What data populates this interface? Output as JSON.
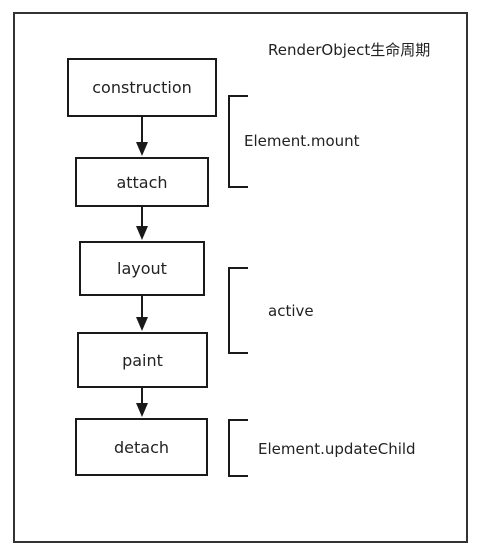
{
  "title": "RenderObject生命周期",
  "stages": {
    "construction": "construction",
    "attach": "attach",
    "layout": "layout",
    "paint": "paint",
    "detach": "detach"
  },
  "groups": {
    "mount": "Element.mount",
    "active": "active",
    "update_child": "Element.updateChild"
  },
  "colors": {
    "stroke": "#1a1a1a",
    "text": "#222222",
    "background": "#ffffff"
  }
}
